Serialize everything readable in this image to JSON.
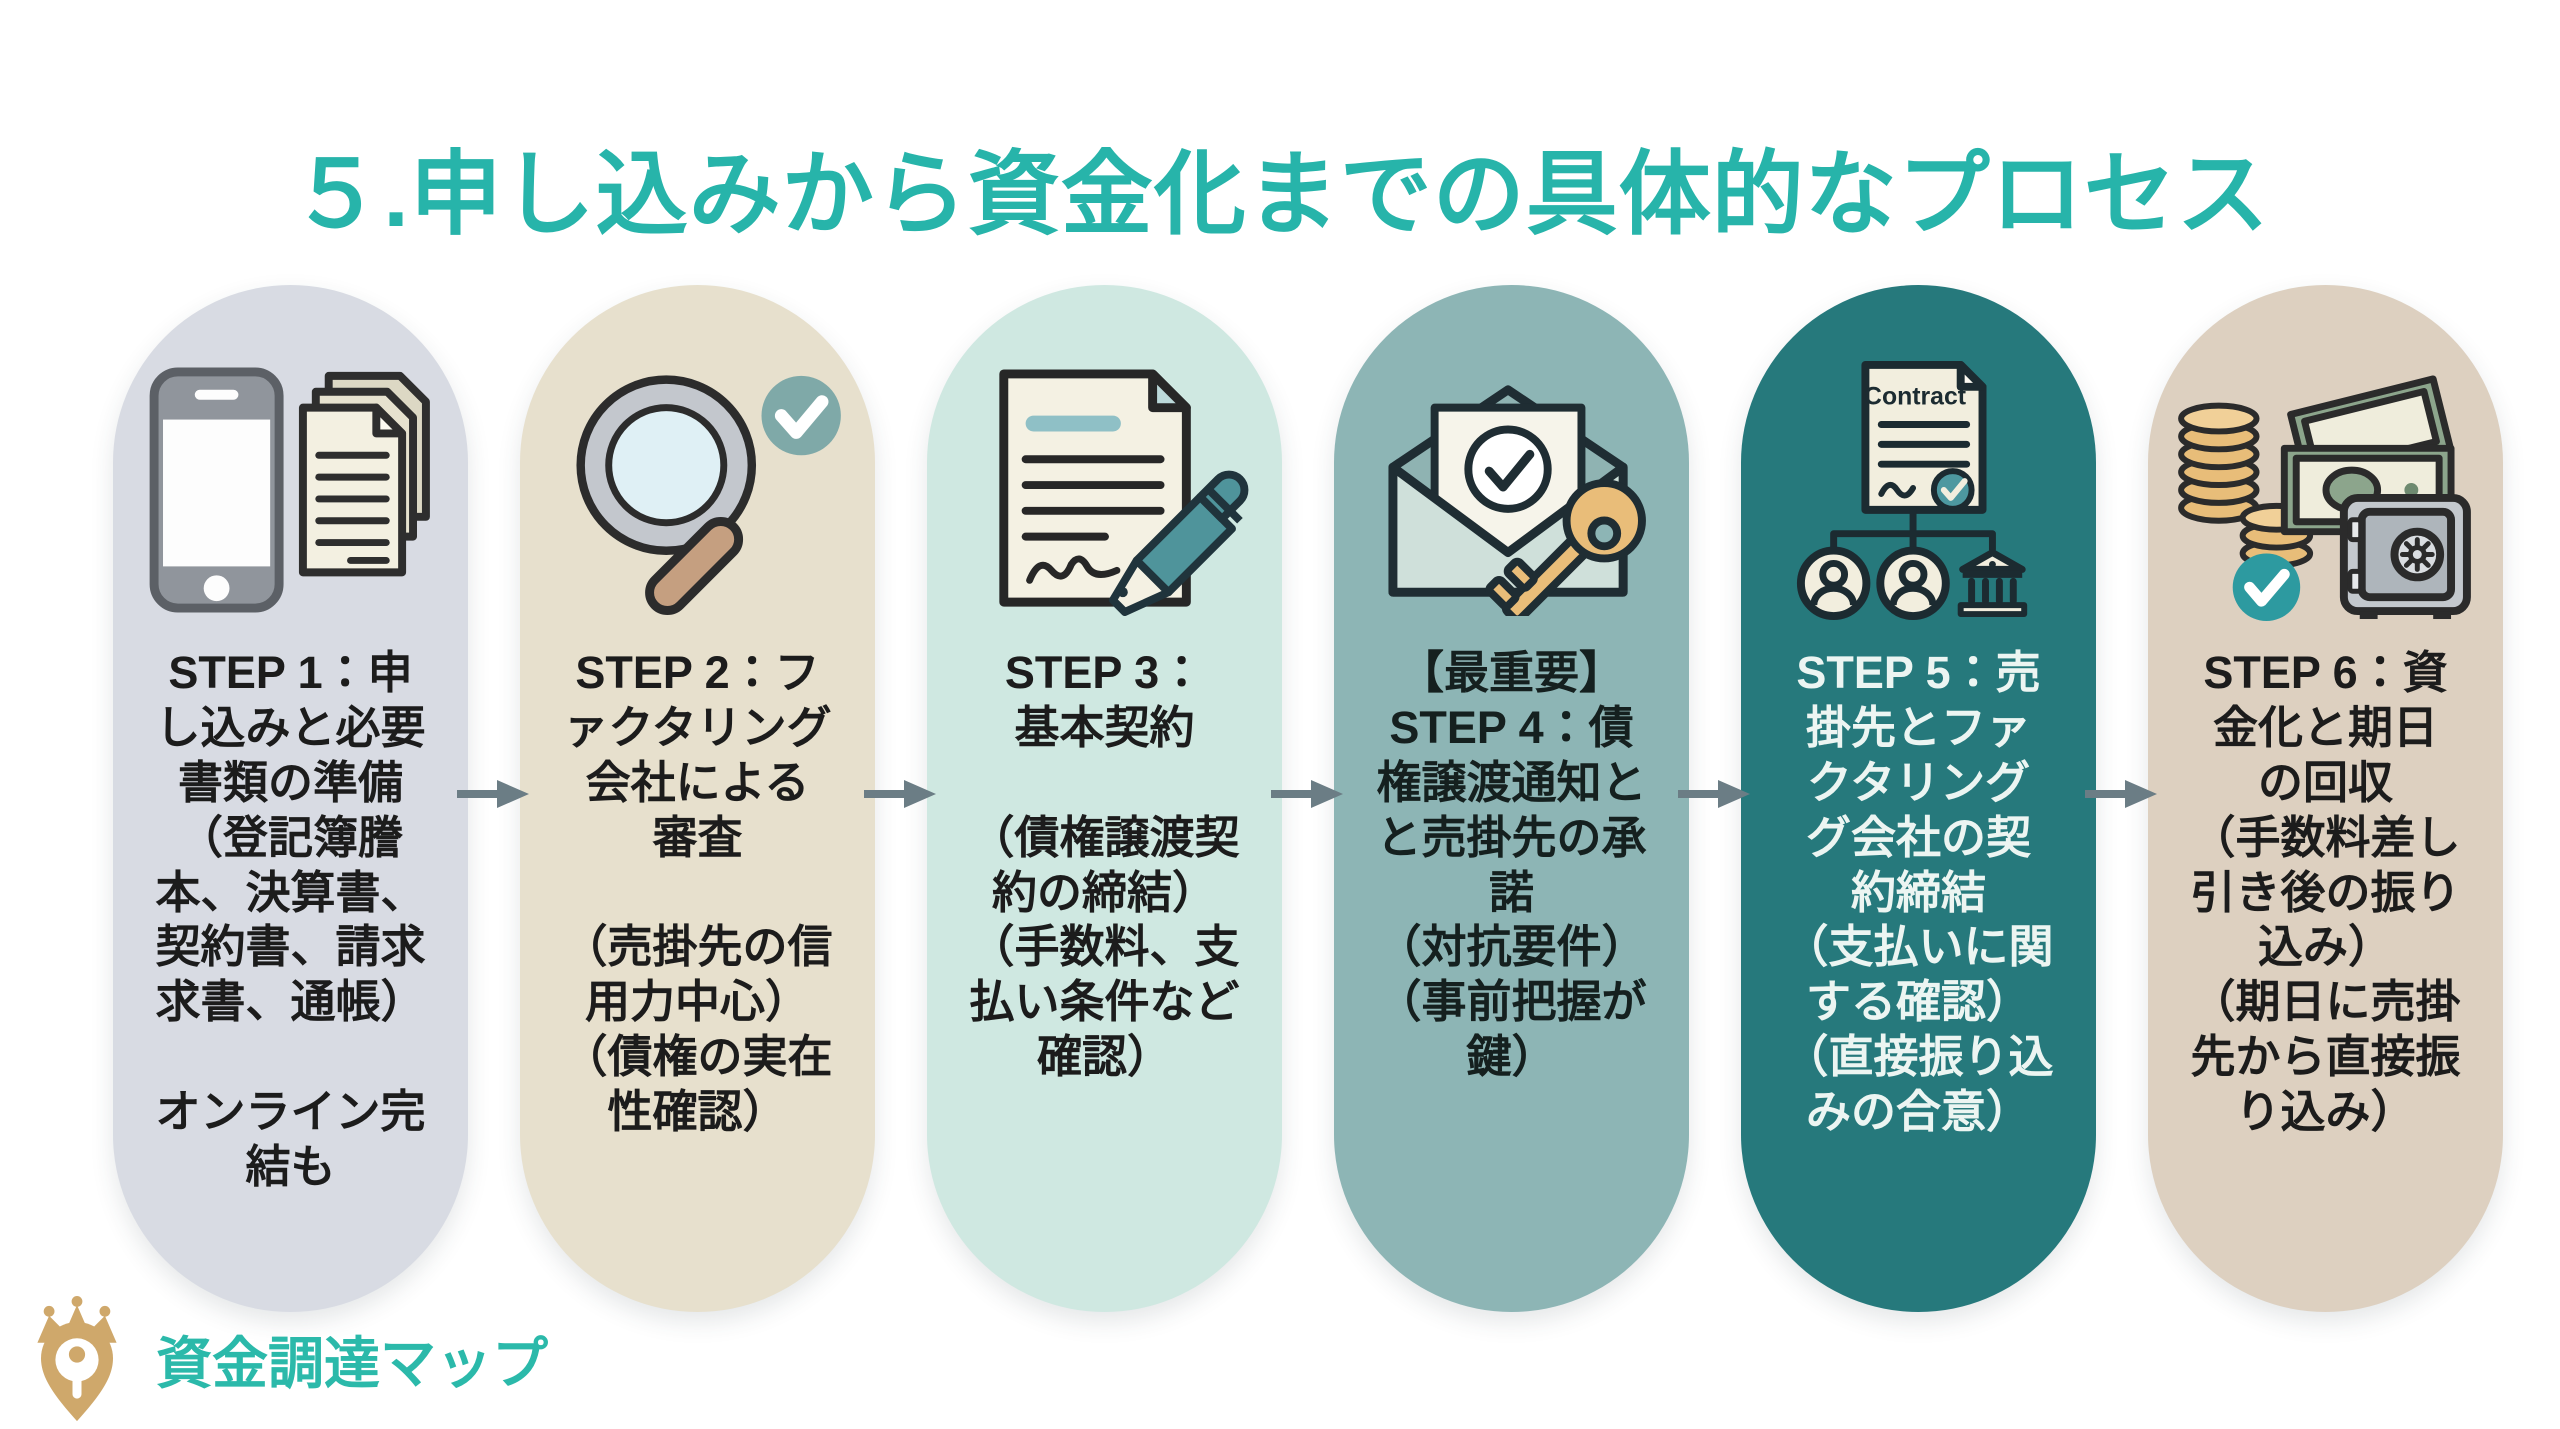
{
  "title": {
    "text": "５.申し込みから資金化までの具体的なプロセス",
    "color": "#27b4aa"
  },
  "arrow": {
    "color": "#6b7d85"
  },
  "logo": {
    "text": "資金調達マップ",
    "text_color": "#2bb9aa",
    "icon_color": "#cfa86b",
    "icon": "crown-map-pin-icon"
  },
  "steps": [
    {
      "id": 1,
      "bg": "#d8dbe3",
      "fg": "#1c1c1c",
      "icons": [
        "smartphone-icon",
        "documents-icon"
      ],
      "text": "STEP 1：申\nし込みと必要\n書類の準備\n（登記簿謄\n本、決算書、\n契約書、請求\n求書、通帳）\n\nオンライン完\n結も"
    },
    {
      "id": 2,
      "bg": "#e7e0cd",
      "fg": "#1c1c1c",
      "icons": [
        "magnifier-icon",
        "check-circle-icon"
      ],
      "text": "STEP 2：フ\nァクタリング\n会社による\n審査\n\n（売掛先の信\n用力中心）\n（債権の実在\n性確認）"
    },
    {
      "id": 3,
      "bg": "#cfe8e1",
      "fg": "#1c1c1c",
      "icons": [
        "contract-pen-icon"
      ],
      "text": "STEP 3：\n基本契約\n\n（債権譲渡契\n約の締結）\n（手数料、支\n払い条件など\n確認）"
    },
    {
      "id": 4,
      "bg": "#8db5b5",
      "fg": "#15201f",
      "icons": [
        "envelope-check-icon",
        "key-icon"
      ],
      "text": "【最重要】\nSTEP 4：債\n権譲渡通知と\nと売掛先の承\n諾\n（対抗要件）\n（事前把握が\n鍵）"
    },
    {
      "id": 5,
      "bg": "#26797c",
      "fg": "#ecf5f2",
      "icons": [
        "contract-parties-icon"
      ],
      "contract_label": "Contract",
      "text": "STEP 5：売\n掛先とファ\nクタリング\nグ会社の契\n約締結\n（支払いに関\nする確認）\n（直接振り込\nみの合意）"
    },
    {
      "id": 6,
      "bg": "#ddd0c0",
      "fg": "#1c1c1c",
      "icons": [
        "cash-icon",
        "check-circle-icon",
        "safe-icon"
      ],
      "text": "STEP 6：資\n金化と期日\nの回収\n（手数料差し\n引き後の振り\n込み）\n（期日に売掛\n先から直接振\nり込み）"
    }
  ]
}
